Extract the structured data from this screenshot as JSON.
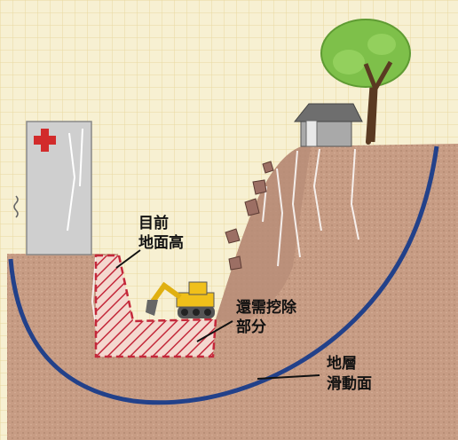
{
  "labels": {
    "current_ground_line1": "目前",
    "current_ground_line2": "地面高",
    "excavate_line1": "還需挖除",
    "excavate_line2": "部分",
    "slip_line1": "地層",
    "slip_line2": "滑動面"
  },
  "colors": {
    "paper": "#f7f0d2",
    "grid": "#efe3b0",
    "soil": "#c9a08a",
    "soil_dark": "#a57a66",
    "slip_surface": "#22418a",
    "hatch": "#c4283a",
    "hospital_cross": "#d22b2b",
    "excavator": "#f0c01a",
    "tree_leaves": "#7ec04a",
    "trunk": "#5a3a22"
  },
  "icons": [
    "hospital-building",
    "red-cross-icon",
    "excavator-icon",
    "house-icon",
    "tree-icon",
    "falling-rocks"
  ]
}
